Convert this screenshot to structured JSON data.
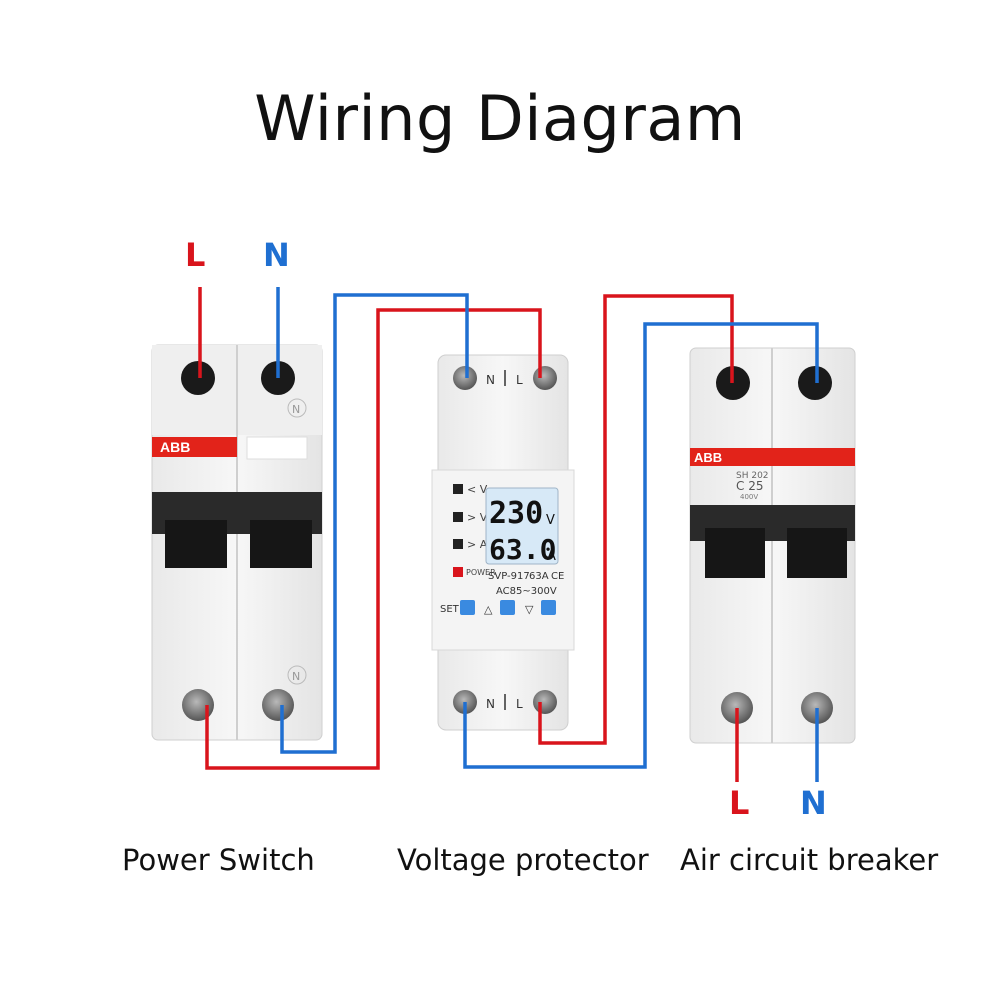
{
  "title": "Wiring Diagram",
  "colors": {
    "live": "#d9141c",
    "neutral": "#1f6fd1",
    "abb_red": "#e2231a",
    "button": "#3a8ae0"
  },
  "input_labels": {
    "live": "L",
    "neutral": "N"
  },
  "output_labels": {
    "live": "L",
    "neutral": "N"
  },
  "captions": {
    "power_switch": "Power Switch",
    "voltage_protector": "Voltage protector",
    "air_breaker": "Air circuit breaker"
  },
  "power_switch": {
    "brand": "ABB",
    "n_mark": "N"
  },
  "air_breaker": {
    "brand": "ABB",
    "model": "SH 202",
    "rating": "C 25",
    "voltage": "400V"
  },
  "protector": {
    "terminal_top": [
      "N",
      "L"
    ],
    "terminal_bottom": [
      "N",
      "L"
    ],
    "indicators": [
      "< V",
      "> V",
      "> A"
    ],
    "power_label": "POWER",
    "display_voltage": "230",
    "display_voltage_unit": "V",
    "display_current": "63.0",
    "display_current_unit": "A",
    "model": "SVP-917",
    "rating": "63A",
    "cert": "CE",
    "range": "AC85~300V",
    "buttons": [
      "SET",
      "△",
      "▽"
    ]
  }
}
